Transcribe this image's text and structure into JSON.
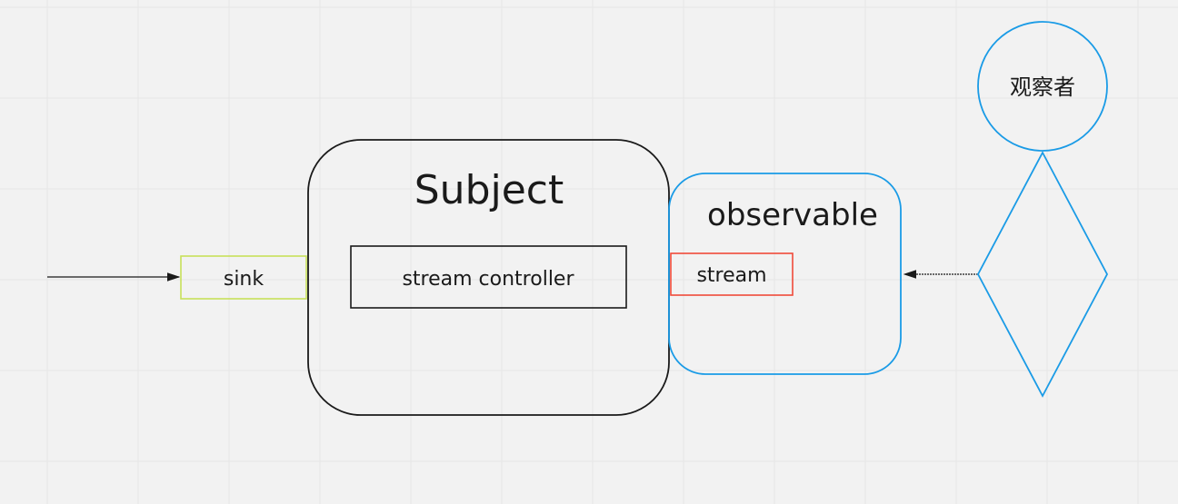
{
  "diagram": {
    "subject": {
      "title": "Subject",
      "inner_label": "stream controller"
    },
    "observable": {
      "title": "observable",
      "inner_label": "stream"
    },
    "sink": {
      "label": "sink"
    },
    "observer": {
      "label": "观察者"
    },
    "colors": {
      "background": "#f2f2f2",
      "grid": "#e6e6e6",
      "subject_border": "#1a1a1a",
      "observable_border": "#1a9be6",
      "sink_border": "#c8e05a",
      "stream_border": "#f04a3a",
      "observer_border": "#1a9be6",
      "arrow": "#1a1a1a"
    }
  }
}
